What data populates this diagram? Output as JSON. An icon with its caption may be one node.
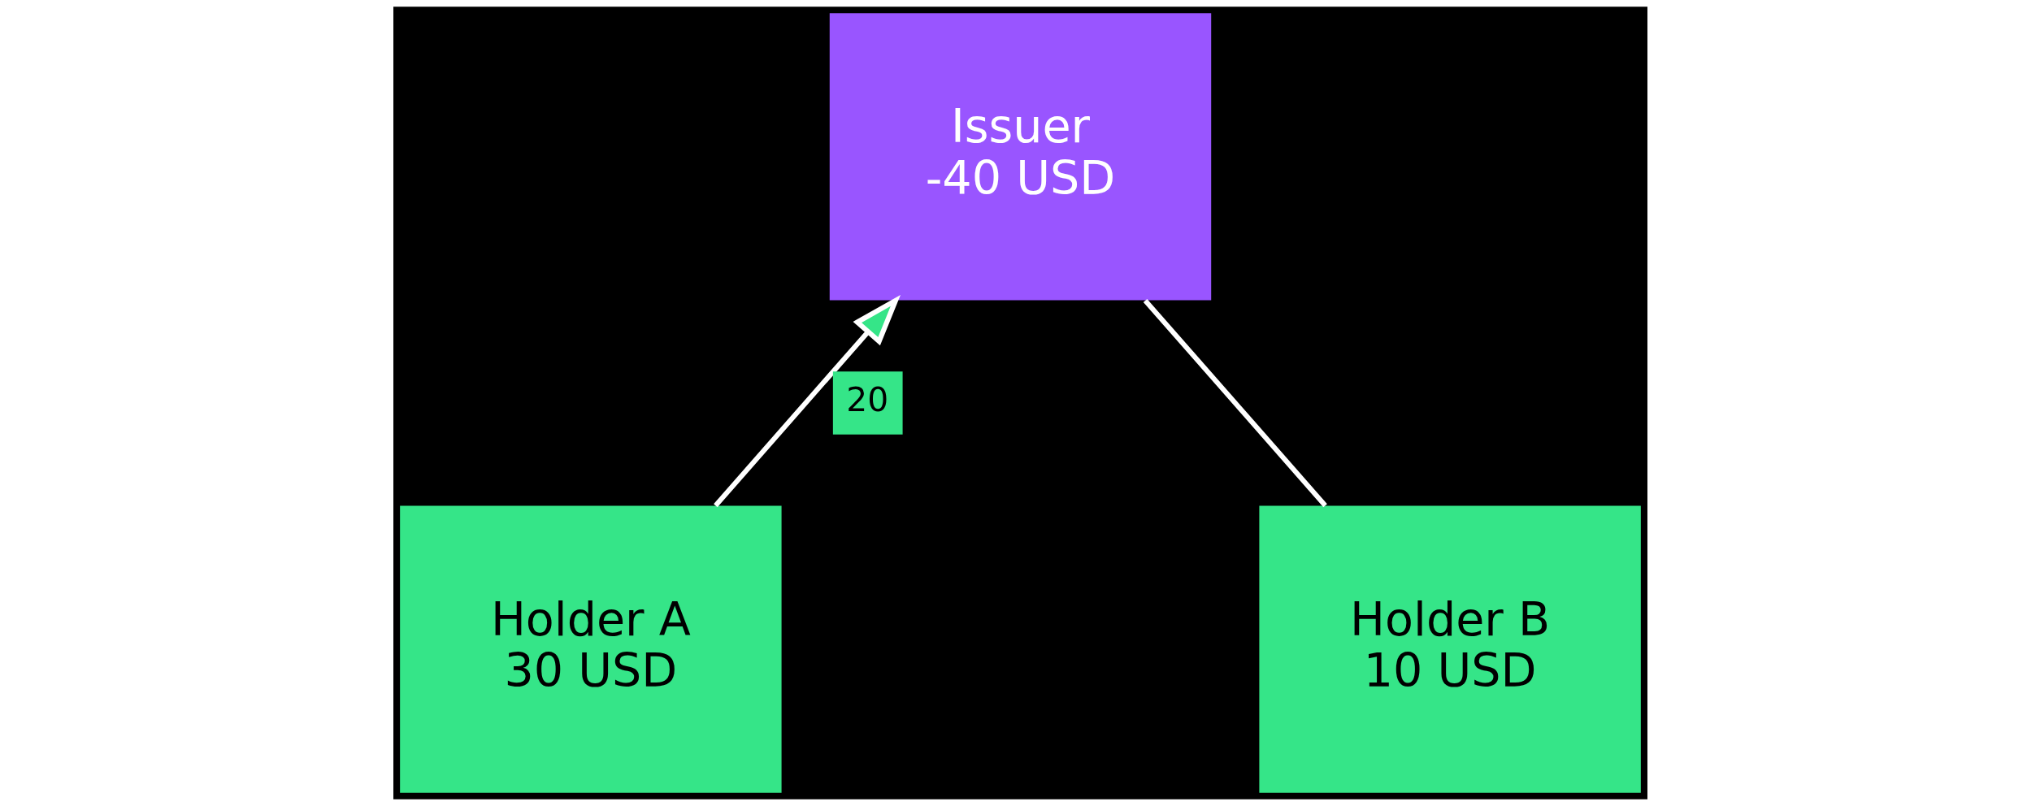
{
  "diagram": {
    "nodes": [
      {
        "text": [
          "Issuer",
          "-40 USD"
        ]
      },
      {
        "text": [
          "Holder A",
          "30 USD"
        ]
      },
      {
        "text": [
          "Holder B",
          "10 USD"
        ]
      }
    ],
    "edges": [
      {
        "from": 1,
        "to": 0,
        "arrow": "to",
        "label": "20"
      },
      {
        "from": 0,
        "to": 2,
        "arrow": "none"
      }
    ]
  }
}
